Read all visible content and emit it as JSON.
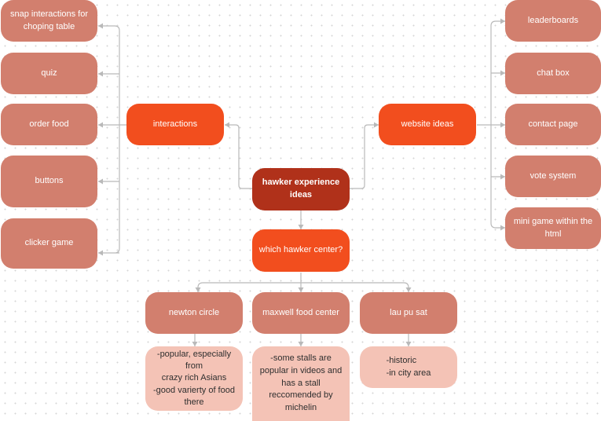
{
  "colors": {
    "root": "#b0311a",
    "hub": "#f24e1e",
    "leaf": "#d27f6e",
    "note": "#f4c3b6",
    "connector": "#b9b9b9",
    "background": "#ffffff"
  },
  "root": {
    "label": "hawker experience\nideas"
  },
  "interactions": {
    "label": "interactions",
    "items": [
      "snap interactions for\nchoping table",
      "quiz",
      "order food",
      "buttons",
      "clicker game"
    ]
  },
  "website_ideas": {
    "label": "website ideas",
    "items": [
      "leaderboards",
      "chat box",
      "contact page",
      "vote system",
      "mini game within the\nhtml"
    ]
  },
  "which_hawker": {
    "label": "which hawker center?"
  },
  "centers": [
    {
      "name": "newton circle",
      "notes": "-popular, especially from\ncrazy rich Asians\n-good varierty of food\nthere"
    },
    {
      "name": "maxwell food center",
      "notes": "-some stalls are\npopular in videos and\nhas a stall\nreccomended by\nmichelin"
    },
    {
      "name": "lau pu sat",
      "notes": "-historic\n-in city area"
    }
  ]
}
